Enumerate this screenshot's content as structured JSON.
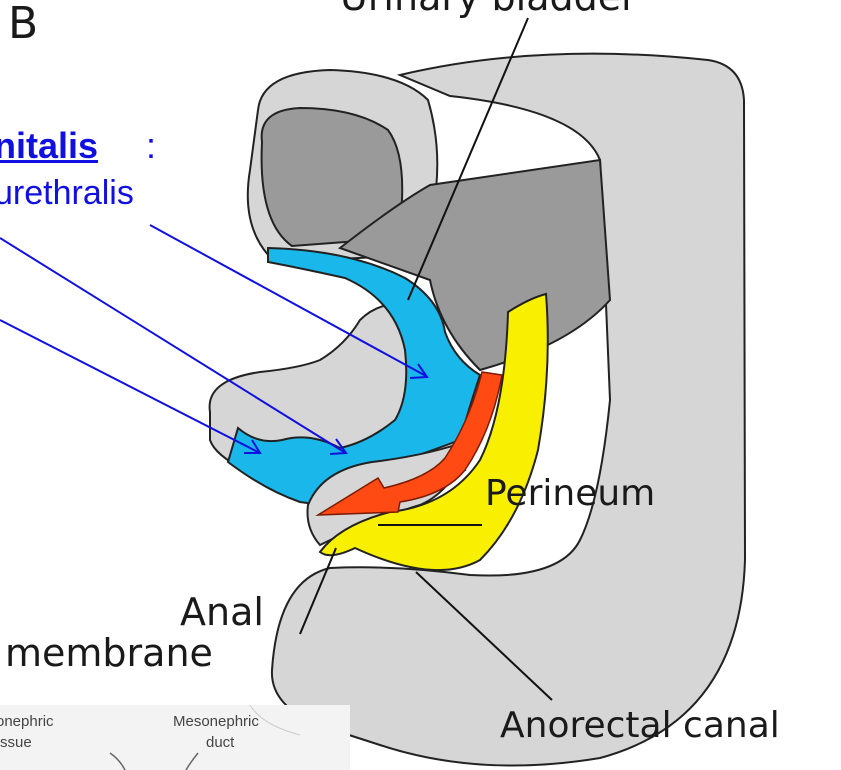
{
  "panel_letter": "B",
  "urinary_bladder_label": "Urinary bladder",
  "genital_title": "nitalis",
  "genital_colon": ":",
  "genital_subtitle": "urethralis",
  "perineum_label": "Perineum",
  "anal_membrane_line1": "Anal",
  "anal_membrane_line2": "membrane",
  "anorectal_canal_label": "Anorectal canal",
  "inset": {
    "left_line1": "onephric",
    "left_line2": "ssue",
    "right_line1": "Mesonephric",
    "right_line2": "duct"
  },
  "colors": {
    "urogenital_sinus": "#1ab8ea",
    "anorectal_canal": "#f8f000",
    "arrow": "#ff4a14",
    "annotation": "#1010e0",
    "tissue_light": "#d6d6d6",
    "tissue_dark": "#9a9a9a"
  }
}
